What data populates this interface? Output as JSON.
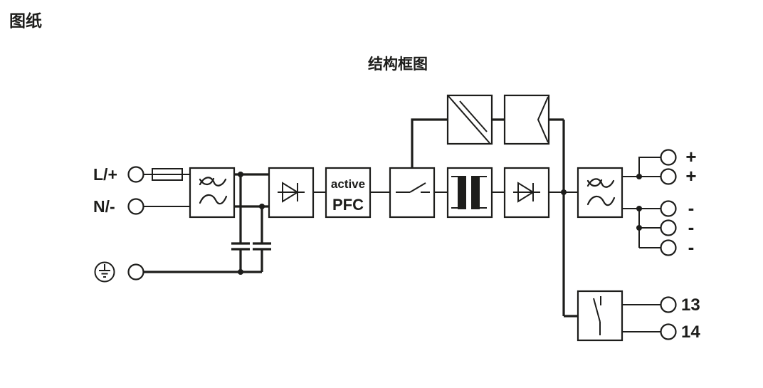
{
  "page": {
    "heading": "图纸"
  },
  "diagram": {
    "title": "结构框图",
    "colors": {
      "ink": "#1d1d1b",
      "background": "#ffffff"
    },
    "input": {
      "line_label": "L/+",
      "neutral_label": "N/-"
    },
    "pfc_block": {
      "line1": "active",
      "line2": "PFC"
    },
    "outputs": {
      "plus": [
        "+",
        "+"
      ],
      "minus": [
        "-",
        "-",
        "-"
      ]
    },
    "relay": {
      "contact_top": "13",
      "contact_bottom": "14"
    },
    "symbols": {
      "fuse": "fuse-icon",
      "input_filter": "emi-filter-sine-icon",
      "rectifier": "diode-icon",
      "switch": "open-switch-icon",
      "transformer": "transformer-core-icon",
      "secondary_rectifier": "diode-icon",
      "output_filter": "emi-filter-sine-icon",
      "dc_dc": "diagonal-converter-icon",
      "feedback": "chevron-feedback-icon",
      "relay": "relay-contact-icon",
      "earth": "protective-earth-icon"
    }
  }
}
